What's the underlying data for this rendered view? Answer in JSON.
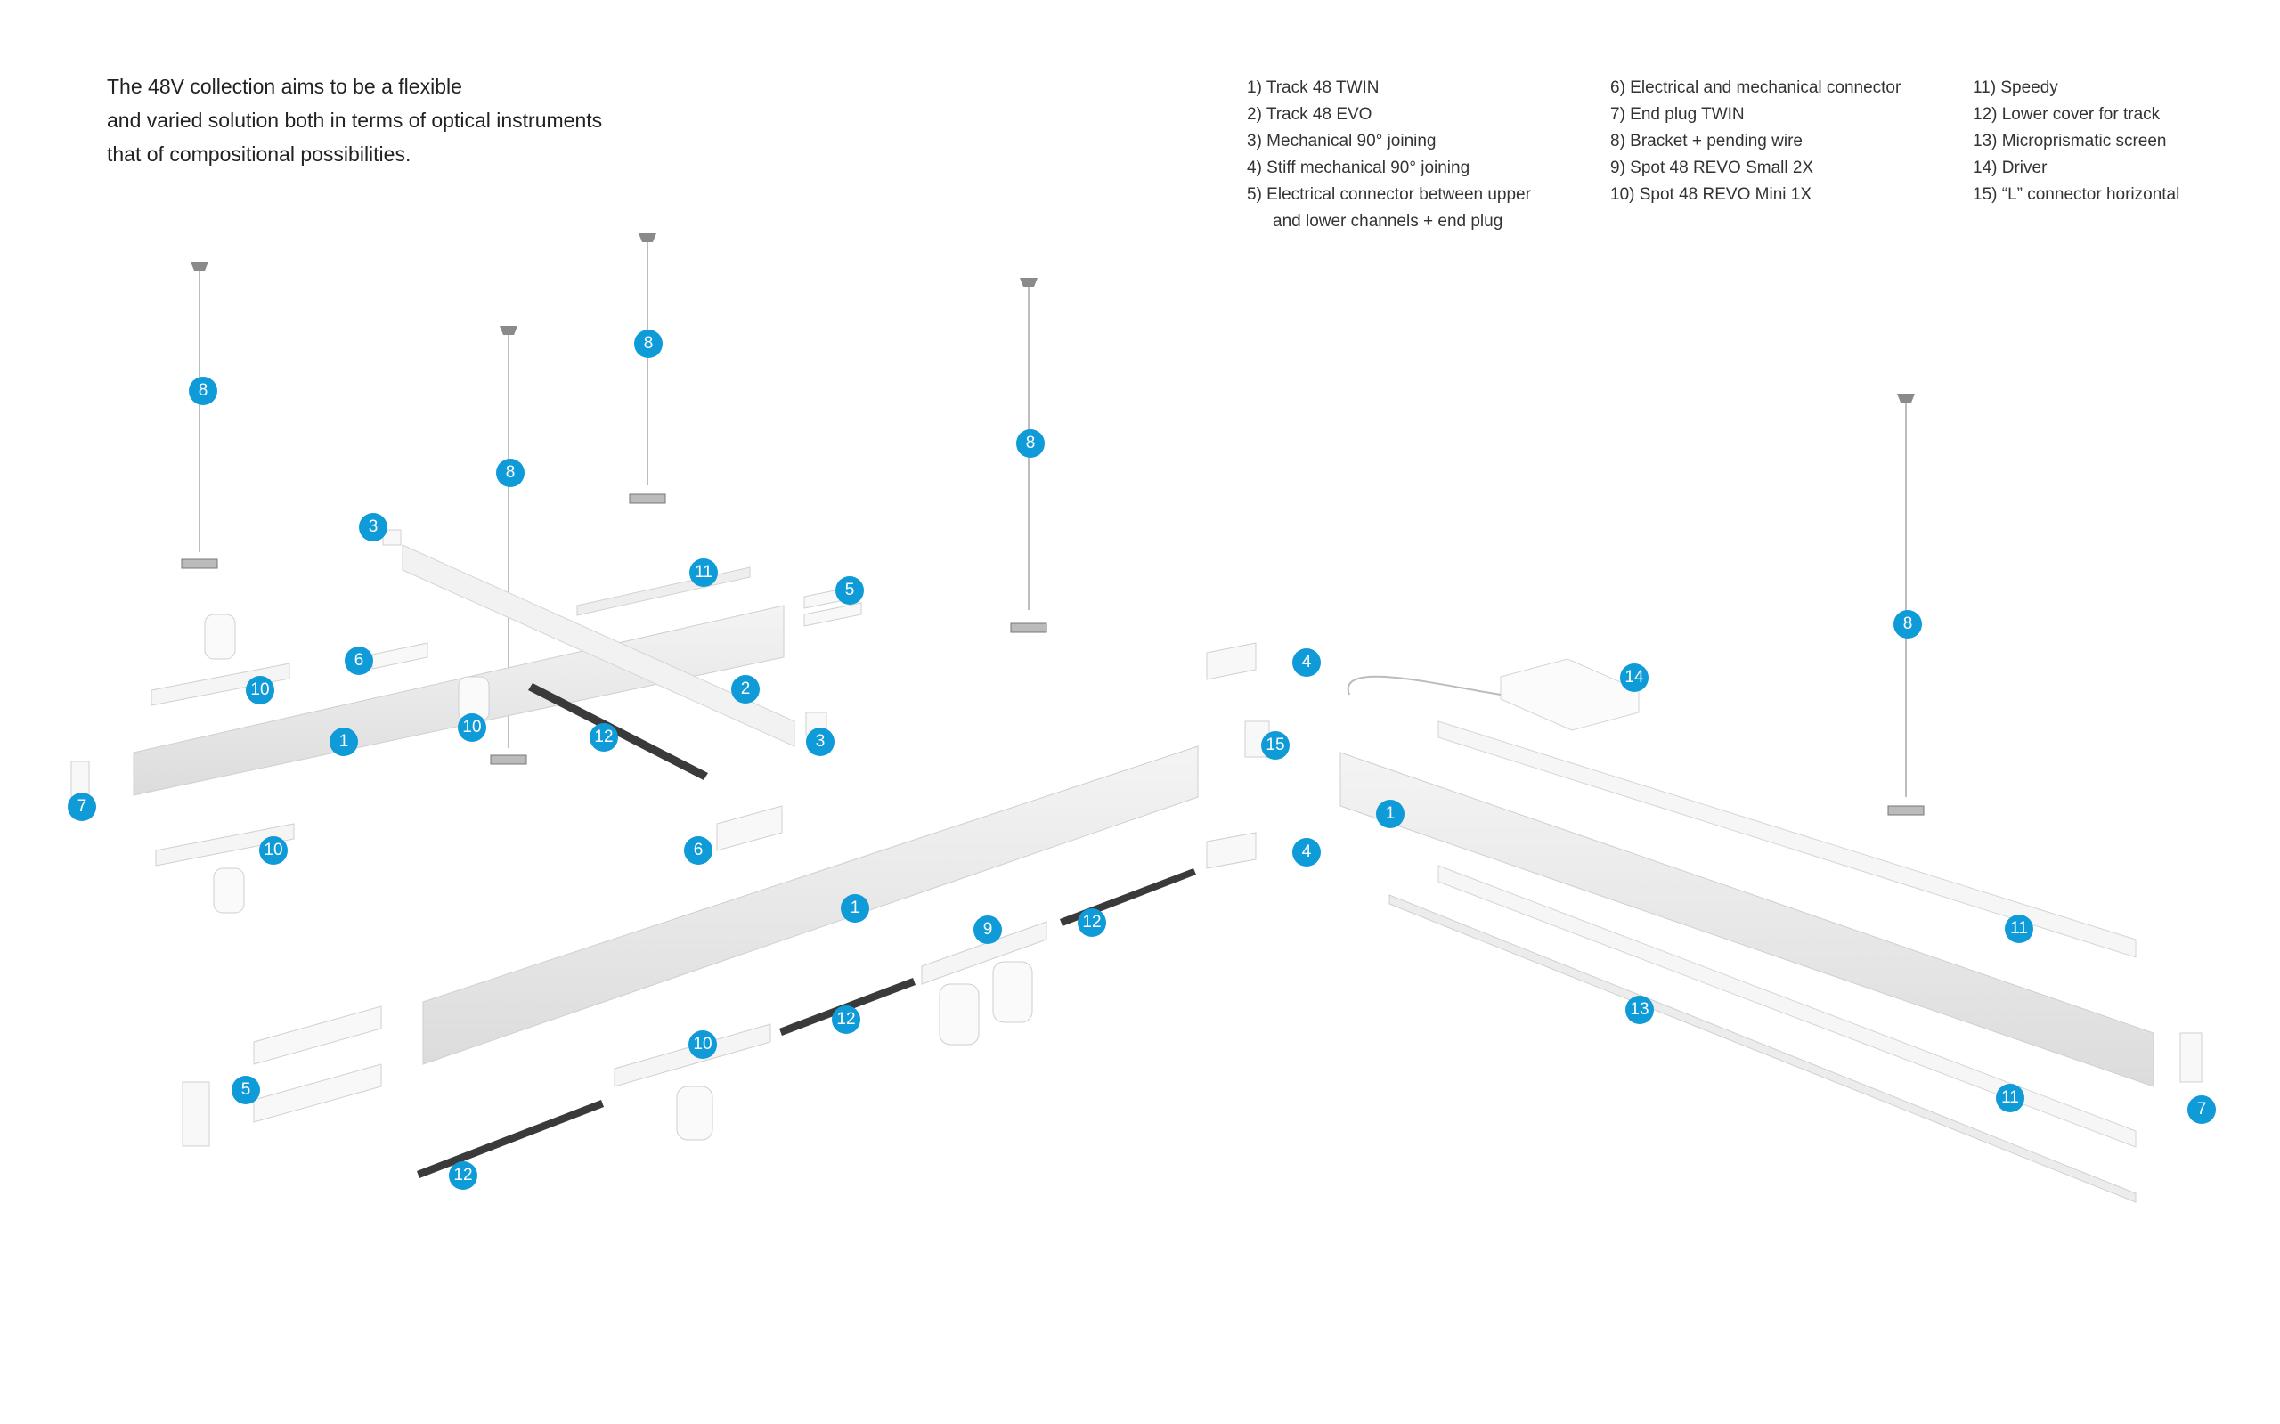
{
  "intro": {
    "lines": [
      "The 48V collection aims to be a flexible",
      "and varied solution both in terms of optical instruments",
      "that of compositional possibilities."
    ]
  },
  "legend": {
    "col1": [
      "1) Track 48 TWIN",
      "2) Track 48 EVO",
      "3) Mechanical 90° joining",
      "4) Stiff mechanical 90° joining",
      "5) Electrical connector between upper",
      "and lower channels + end plug"
    ],
    "col2": [
      "6) Electrical and mechanical connector",
      "7) End plug TWIN",
      "8) Bracket + pending wire",
      "9) Spot 48 REVO Small 2X",
      "10) Spot 48 REVO Mini 1X"
    ],
    "col3": [
      "11) Speedy",
      "12) Lower cover for track",
      "13) Microprismatic screen",
      "14) Driver",
      "15) “L” connector horizontal"
    ]
  },
  "colors": {
    "badge": "#0f9ad8",
    "track": "#e6e6e6",
    "cover": "#3a3a3a"
  },
  "badges": [
    {
      "n": "8"
    },
    {
      "n": "8"
    },
    {
      "n": "8"
    },
    {
      "n": "8"
    },
    {
      "n": "8"
    },
    {
      "n": "3"
    },
    {
      "n": "3"
    },
    {
      "n": "11"
    },
    {
      "n": "11"
    },
    {
      "n": "11"
    },
    {
      "n": "5"
    },
    {
      "n": "5"
    },
    {
      "n": "6"
    },
    {
      "n": "6"
    },
    {
      "n": "10"
    },
    {
      "n": "10"
    },
    {
      "n": "10"
    },
    {
      "n": "10"
    },
    {
      "n": "2"
    },
    {
      "n": "1"
    },
    {
      "n": "1"
    },
    {
      "n": "1"
    },
    {
      "n": "12"
    },
    {
      "n": "12"
    },
    {
      "n": "12"
    },
    {
      "n": "12"
    },
    {
      "n": "7"
    },
    {
      "n": "7"
    },
    {
      "n": "4"
    },
    {
      "n": "4"
    },
    {
      "n": "14"
    },
    {
      "n": "15"
    },
    {
      "n": "9"
    },
    {
      "n": "13"
    }
  ]
}
